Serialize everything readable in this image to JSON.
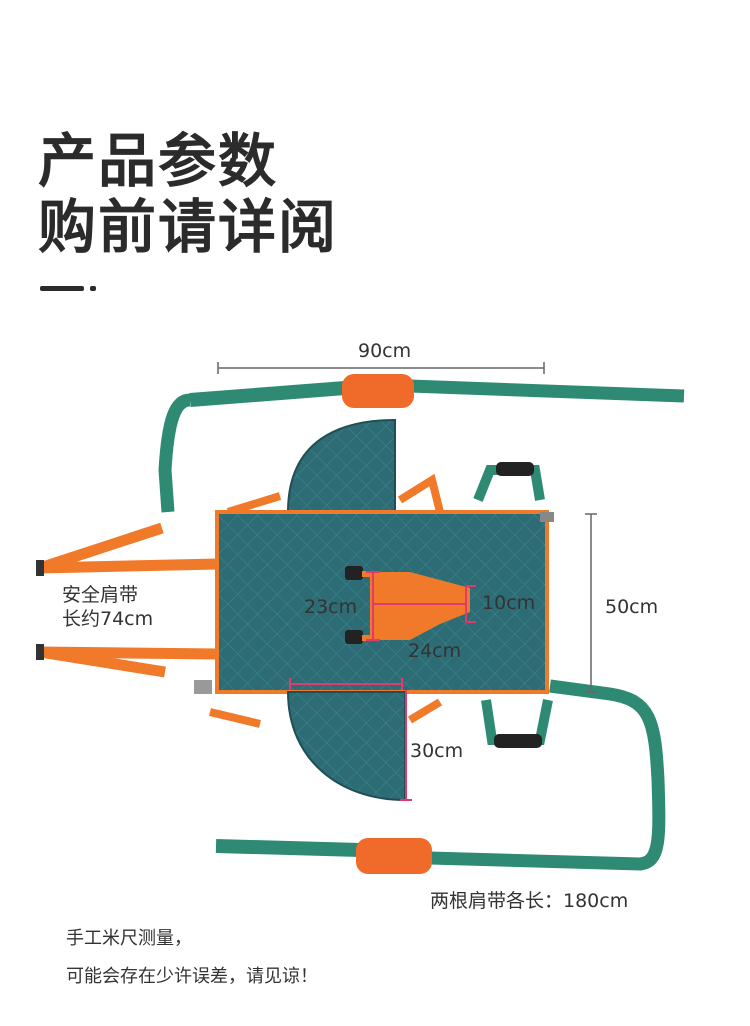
{
  "header": {
    "title_line1": "产品参数",
    "title_line2": "购前请详阅"
  },
  "dimensions": {
    "width": "90cm",
    "height": "50cm",
    "center_height": "23cm",
    "center_right": "10cm",
    "center_width": "24cm",
    "flap": "30cm",
    "safety_strap_line1": "安全肩带",
    "safety_strap_line2": "长约74cm",
    "shoulder_straps": "两根肩带各长：180cm"
  },
  "notes": {
    "line1": "手工米尺测量，",
    "line2": "可能会存在少许误差，请见谅！"
  },
  "colors": {
    "teal": "#2a6a72",
    "green_strap": "#2f8a74",
    "orange": "#f07a2a"
  }
}
